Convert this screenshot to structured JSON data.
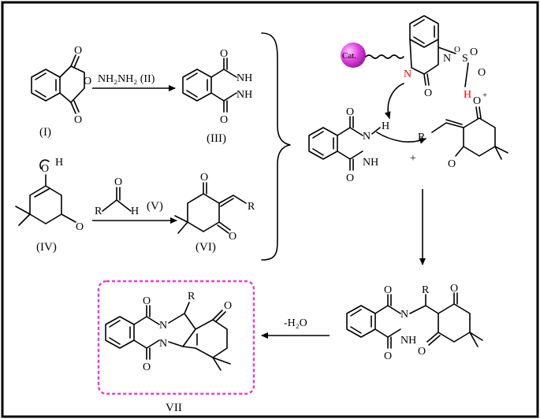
{
  "labels": {
    "phthalic_anhydride": "(I)",
    "hydrazine_reagent": "NH₂NH₂  (II)",
    "phthalhydrazide": "(III)",
    "dimedone": "(IV)",
    "aldehyde": "(V)",
    "knoevenagel_product": "(VI)",
    "final_product": "VII",
    "catalyst": "Cat.",
    "dehydration": "-H₂O",
    "plus": "+"
  },
  "atoms": {
    "O": "O",
    "N": "N",
    "NH": "NH",
    "H": "H",
    "R": "R",
    "S": "S"
  },
  "colors": {
    "frame": "#000000",
    "catalyst_sphere": "#e040e0",
    "highlight_box": "#e83ad8",
    "imine_N": "#ff0000",
    "acid_H": "#ff0000"
  }
}
